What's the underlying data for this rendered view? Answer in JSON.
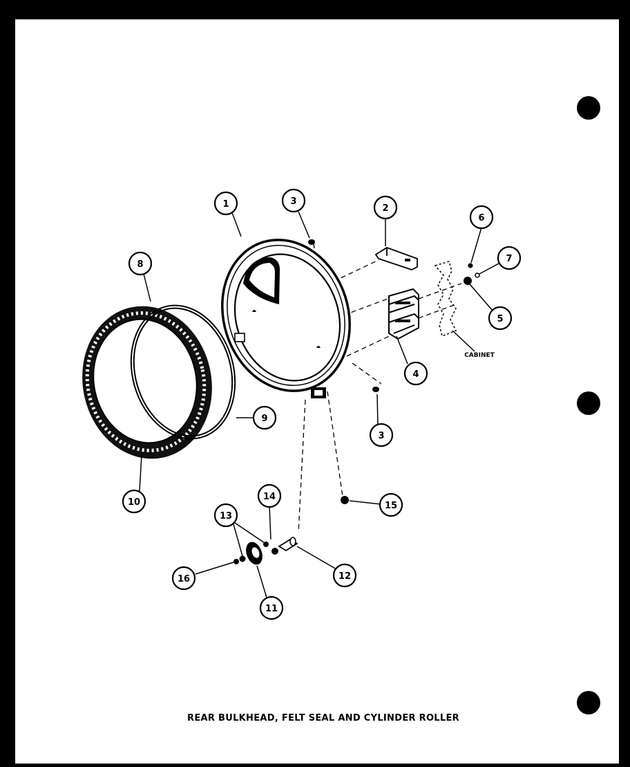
{
  "caption": "REAR BULKHEAD, FELT SEAL AND CYLINDER ROLLER",
  "cabinet_label": "CABINET",
  "callouts": [
    {
      "id": "c1",
      "text": "1"
    },
    {
      "id": "c2",
      "text": "2"
    },
    {
      "id": "c3a",
      "text": "3"
    },
    {
      "id": "c3b",
      "text": "3"
    },
    {
      "id": "c4",
      "text": "4"
    },
    {
      "id": "c5",
      "text": "5"
    },
    {
      "id": "c6",
      "text": "6"
    },
    {
      "id": "c7",
      "text": "7"
    },
    {
      "id": "c8",
      "text": "8"
    },
    {
      "id": "c9",
      "text": "9"
    },
    {
      "id": "c10",
      "text": "10"
    },
    {
      "id": "c11",
      "text": "11"
    },
    {
      "id": "c12",
      "text": "12"
    },
    {
      "id": "c13",
      "text": "13"
    },
    {
      "id": "c14",
      "text": "14"
    },
    {
      "id": "c15",
      "text": "15"
    },
    {
      "id": "c16",
      "text": "16"
    }
  ]
}
